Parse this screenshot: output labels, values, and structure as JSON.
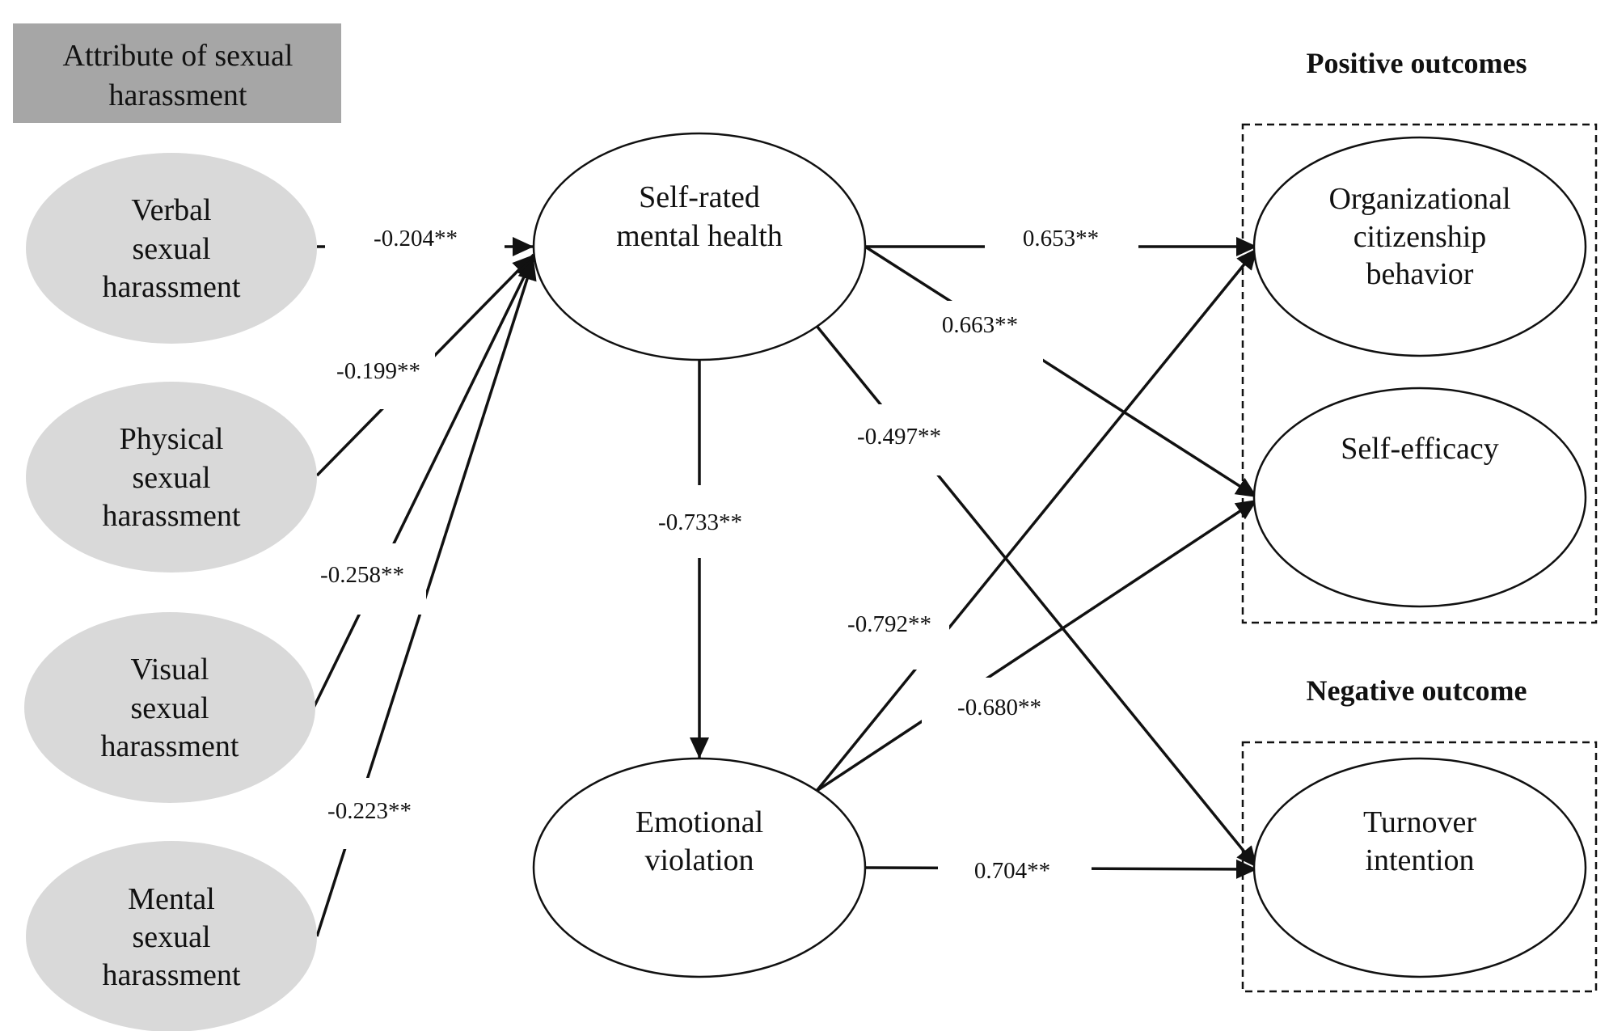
{
  "header_box": {
    "label_lines": [
      "Attribute of sexual",
      "harassment"
    ]
  },
  "groups": {
    "positive": {
      "title": "Positive outcomes"
    },
    "negative": {
      "title": "Negative outcome"
    }
  },
  "nodes": {
    "verbal": {
      "lines": [
        "Verbal",
        "sexual",
        "harassment"
      ]
    },
    "physical": {
      "lines": [
        "Physical",
        "sexual",
        "harassment"
      ]
    },
    "visual": {
      "lines": [
        "Visual",
        "sexual",
        "harassment"
      ]
    },
    "mental": {
      "lines": [
        "Mental",
        "sexual",
        "harassment"
      ]
    },
    "selfhealth": {
      "lines": [
        "Self-rated",
        "mental health"
      ]
    },
    "emotional": {
      "lines": [
        "Emotional",
        "violation"
      ]
    },
    "ocb": {
      "lines": [
        "Organizational",
        "citizenship",
        "behavior"
      ]
    },
    "efficacy": {
      "lines": [
        "Self-efficacy"
      ]
    },
    "turnover": {
      "lines": [
        "Turnover",
        "intention"
      ]
    }
  },
  "paths": [
    {
      "id": "verbal-health",
      "coefficient": "-0.204**"
    },
    {
      "id": "physical-health",
      "coefficient": "-0.199**"
    },
    {
      "id": "visual-health",
      "coefficient": "-0.258**"
    },
    {
      "id": "mental-health",
      "coefficient": "-0.223**"
    },
    {
      "id": "health-ocb",
      "coefficient": "0.653**"
    },
    {
      "id": "health-efficacy",
      "coefficient": "0.663**"
    },
    {
      "id": "health-turnover",
      "coefficient": "-0.497**"
    },
    {
      "id": "health-emotional",
      "coefficient": "-0.733**"
    },
    {
      "id": "emotional-ocb",
      "coefficient": "-0.792**"
    },
    {
      "id": "emotional-efficacy",
      "coefficient": "-0.680**"
    },
    {
      "id": "emotional-turnover",
      "coefficient": "0.704**"
    }
  ]
}
